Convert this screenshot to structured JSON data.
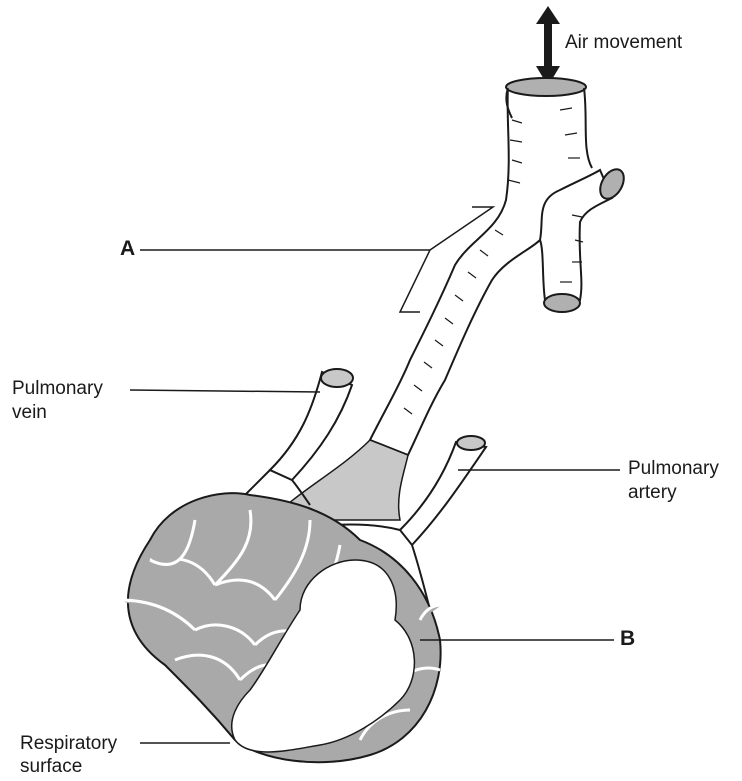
{
  "diagram": {
    "labels": {
      "air_movement": "Air movement",
      "a": "A",
      "pulmonary_vein_1": "Pulmonary",
      "pulmonary_vein_2": "vein",
      "pulmonary_artery_1": "Pulmonary",
      "pulmonary_artery_2": "artery",
      "b": "B",
      "respiratory_surface_1": "Respiratory",
      "respiratory_surface_2": "surface"
    },
    "colors": {
      "outline": "#1a1a1a",
      "alveolus_fill": "#a9a9a9",
      "duct_shade": "#c8c8c8",
      "interior": "#ffffff"
    }
  }
}
